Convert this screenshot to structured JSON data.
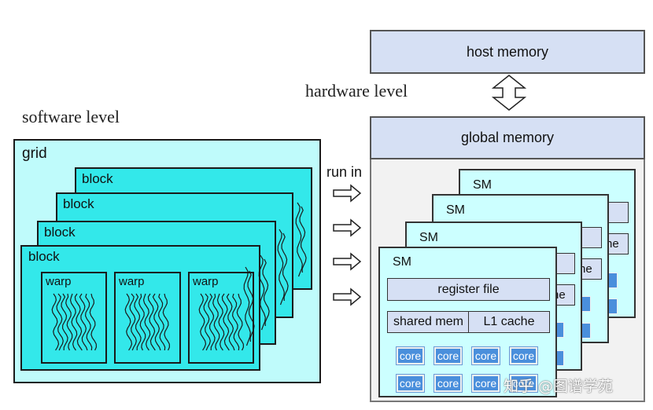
{
  "software": {
    "title": "software level",
    "grid_label": "grid",
    "block_label": "block",
    "warp_label": "warp"
  },
  "run_in": "run in",
  "hardware": {
    "title": "hardware level",
    "host_memory": "host memory",
    "global_memory": "global memory",
    "sm_label": "SM",
    "register_file": "register file",
    "shared_mem": "shared mem",
    "l1_cache": "L1 cache",
    "core_label": "core",
    "cache_fragment": "he"
  },
  "watermark": "知乎 @图谱学苑",
  "colors": {
    "block": "#33e8ea",
    "grid": "#bffbfb",
    "memory": "#d6e0f4",
    "sm": "#ccffff",
    "core": "#4a8fdc"
  }
}
